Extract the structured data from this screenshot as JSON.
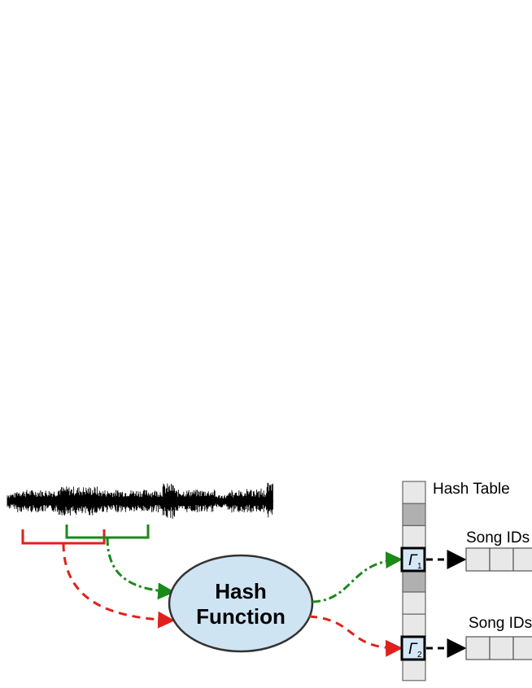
{
  "hash_function": {
    "line1": "Hash",
    "line2": "Function"
  },
  "hash_table": {
    "label": "Hash Table",
    "cells": [
      "light",
      "dark",
      "light",
      "entry",
      "dark",
      "light",
      "light",
      "entry",
      "light"
    ]
  },
  "entries": [
    {
      "symbol": "Γ",
      "subscript": "1",
      "list_label": "Song IDs",
      "arrow_color": "#1a8a1a"
    },
    {
      "symbol": "Γ",
      "subscript": "2",
      "list_label": "Song IDs",
      "arrow_color": "#e0201c"
    }
  ],
  "colors": {
    "green": "#1a8a1a",
    "red": "#e0201c",
    "ellipse_fill": "#cfe4f3",
    "cell_light": "#e8e8e8",
    "cell_dark": "#b0b0b0",
    "entry_fill": "#d6e8f5"
  }
}
